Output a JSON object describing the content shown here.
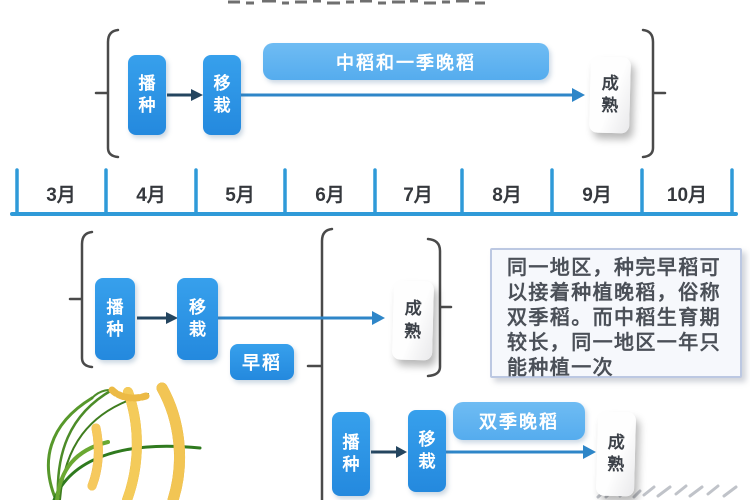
{
  "timeline": {
    "months": [
      "3月",
      "4月",
      "5月",
      "6月",
      "7月",
      "8月",
      "9月",
      "10月"
    ]
  },
  "flow_mid": {
    "label": "中稻和一季晚稻",
    "sow": "播种",
    "transplant": "移栽",
    "mature": "成熟"
  },
  "flow_early": {
    "label": "早稻",
    "sow": "播种",
    "transplant": "移栽",
    "mature": "成熟"
  },
  "flow_late": {
    "label": "双季晚稻",
    "sow": "播种",
    "transplant": "移栽",
    "mature": "成熟"
  },
  "note": {
    "text": "同一地区，种完早稻可以接着种植晚稻，俗称双季稻。而中稻生育期较长，同一地区一年只能种植一次"
  },
  "colors": {
    "process_box_blue": "#2f97e4",
    "duration_pill_blue": "#5db3f0",
    "flow_line_blue": "#2e86c8",
    "timeline_blue": "#2f9ad8",
    "short_arrow_dark": "#24455f",
    "bracket_gray": "#4a4a4a",
    "mature_box_bg": "#f4f4f5",
    "note_bg": "#f6f8fc",
    "note_border": "#bcc8e2",
    "month_text": "#35383d",
    "rice_gold": "#e8b93a",
    "rice_green": "#4c8c28"
  },
  "icons": {
    "rice_plant": "rice-plant-illustration",
    "watermark": "blurred-gray-watermark",
    "top_fragment": "cropped-title-text-edge"
  }
}
